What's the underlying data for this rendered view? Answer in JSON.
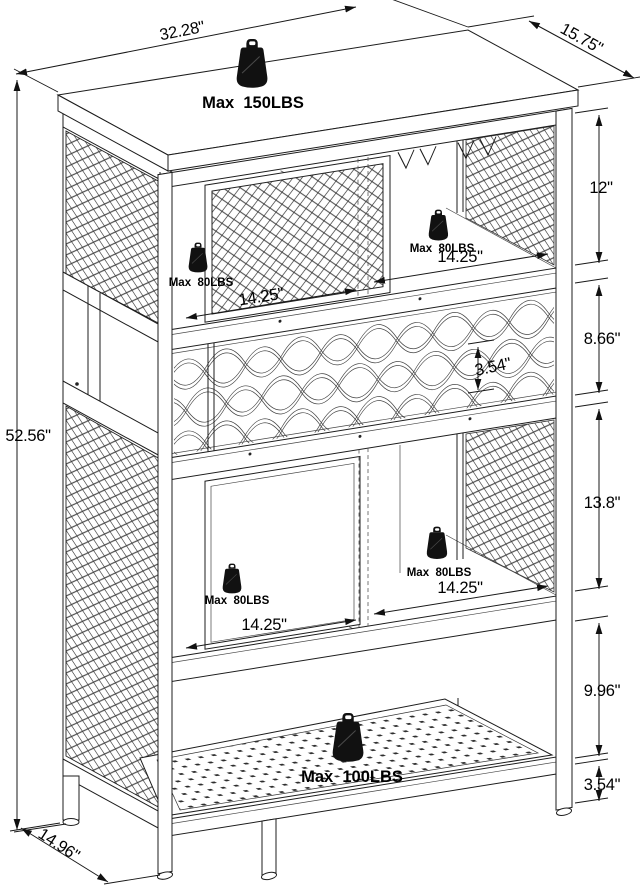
{
  "dimensions": {
    "top_width": "32.28\"",
    "top_depth": "15.75\"",
    "overall_height": "52.56\"",
    "upper_section_height": "12\"",
    "wine_rack_section_height": "8.66\"",
    "wine_slot_height": "3.54\"",
    "middle_section_height": "13.8\"",
    "lower_open_section_height": "9.96\"",
    "leg_height": "3.54\"",
    "upper_left_shelf_width": "14.25\"",
    "upper_right_shelf_width": "14.25\"",
    "lower_left_shelf_width": "14.25\"",
    "lower_right_shelf_width": "14.25\"",
    "bottom_depth": "14.96\""
  },
  "loads": {
    "top": "Max  150LBS",
    "upper_left": "Max  80LBS",
    "upper_right": "Max  80LBS",
    "lower_left": "Max  80LBS",
    "lower_right": "Max  80LBS",
    "bottom": "Max  100LBS"
  },
  "colors": {
    "line": "#1c1c1c",
    "weight_icon": "#111111",
    "background": "#ffffff"
  }
}
